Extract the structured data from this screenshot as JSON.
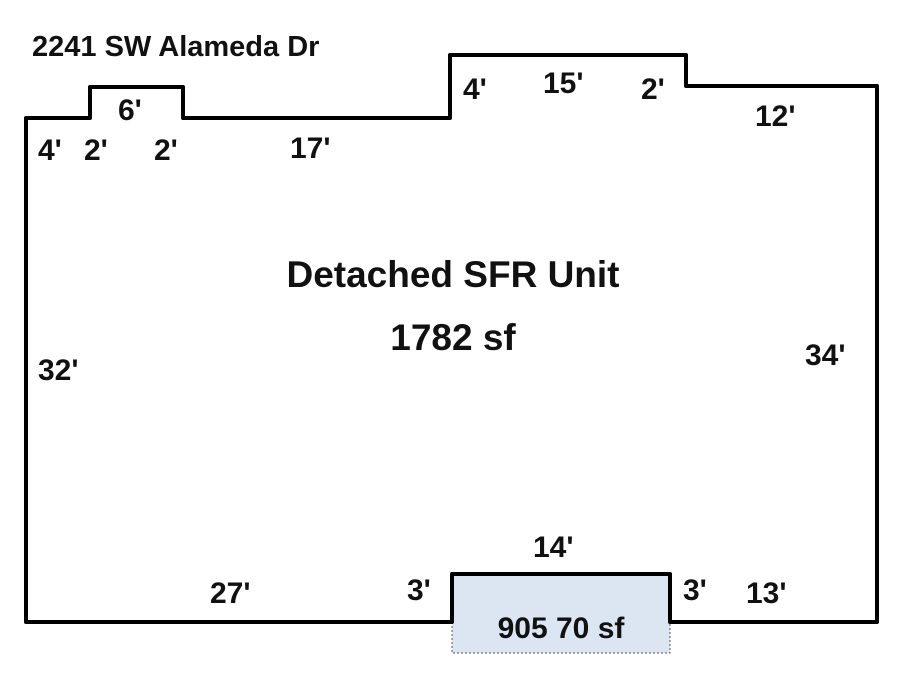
{
  "title": "2241 SW Alameda Dr",
  "unit_label": "Detached SFR Unit",
  "unit_area": "1782 sf",
  "annex_area": "905 70 sf",
  "colors": {
    "outline": "#000000",
    "annex_fill": "#dce6f2"
  },
  "dimensions": {
    "top_left_4": "4'",
    "bump_left_2": "2'",
    "bump_top_6": "6'",
    "bump_right_2": "2'",
    "top_17": "17'",
    "step_up_4": "4'",
    "top_15": "15'",
    "step_down_2": "2'",
    "top_right_12": "12'",
    "left_32": "32'",
    "right_34": "34'",
    "annex_top_14": "14'",
    "bottom_27": "27'",
    "annex_left_3": "3'",
    "annex_right_3": "3'",
    "bottom_right_13": "13'"
  }
}
